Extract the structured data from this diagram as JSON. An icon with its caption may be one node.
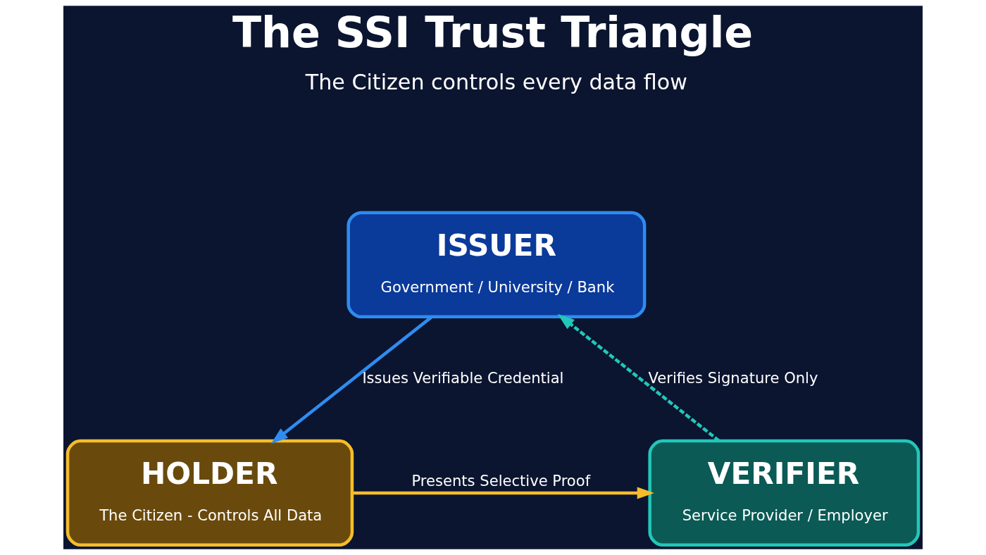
{
  "diagram": {
    "title": "The SSI Trust Triangle",
    "nodes": [
      {
        "text": [
          "ISSUER",
          "Government / University / Bank"
        ]
      },
      {
        "text": [
          "HOLDER",
          "The Citizen - Controls All Data"
        ]
      },
      {
        "text": [
          "VERIFIER",
          "Service Provider / Employer"
        ]
      }
    ],
    "edges": [
      {
        "from": 0,
        "to": 1,
        "arrow": "to",
        "label": "Issues Verifiable Credential",
        "color": "#2f8cf0"
      },
      {
        "from": 1,
        "to": 2,
        "arrow": "to",
        "label": "Presents Selective Proof",
        "color": "#f5bd2a"
      },
      {
        "from": 2,
        "to": 0,
        "arrow": "to",
        "label": "Verifies Signature Only",
        "style": "dashed",
        "color": "#22c7b8"
      }
    ],
    "labels": [
      "The Citizen controls every data flow"
    ]
  }
}
